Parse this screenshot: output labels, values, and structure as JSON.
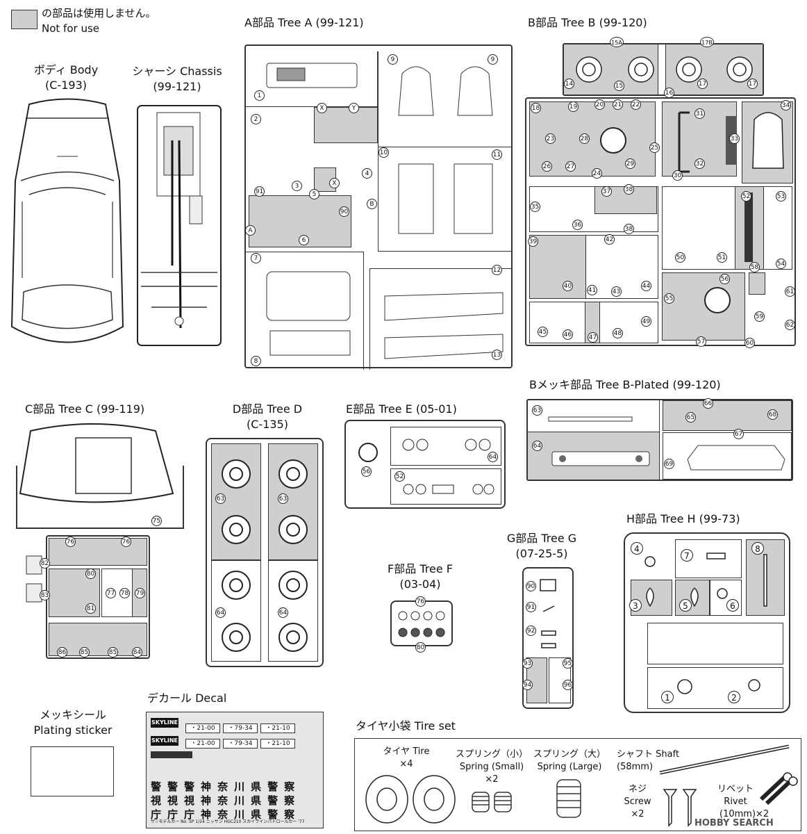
{
  "legend": {
    "swatch_color": "#cfcfcf",
    "text_jp": "の部品は使用しません。",
    "text_en": "Not for use"
  },
  "body": {
    "title_jp": "ボディ Body",
    "code": "(C-193)"
  },
  "chassis": {
    "title_jp": "シャーシ Chassis",
    "code": "(99-121)"
  },
  "treeA": {
    "title": "A部品 Tree A",
    "code": "(99-121)",
    "labels": [
      "1",
      "2",
      "3",
      "4",
      "5",
      "6",
      "7",
      "8",
      "9",
      "9",
      "10",
      "11",
      "12",
      "13",
      "91",
      "90",
      "X",
      "Y",
      "X",
      "A",
      "B"
    ]
  },
  "treeB": {
    "title": "B部品 Tree B",
    "code": "(99-120)",
    "labels": [
      "15A",
      "17B",
      "14",
      "15",
      "16",
      "17",
      "17",
      "18",
      "19",
      "20",
      "21",
      "22",
      "23",
      "24",
      "25",
      "26",
      "27",
      "28",
      "29",
      "30",
      "31",
      "32",
      "33",
      "34",
      "35",
      "36",
      "37",
      "38",
      "38",
      "39",
      "40",
      "41",
      "42",
      "43",
      "44",
      "45",
      "46",
      "47",
      "48",
      "49",
      "50",
      "51",
      "52",
      "53",
      "54",
      "55",
      "56",
      "57",
      "58",
      "59",
      "60",
      "61",
      "62"
    ]
  },
  "treeBPlated": {
    "title": "Bメッキ部品 Tree B-Plated",
    "code": "(99-120)",
    "labels": [
      "63",
      "64",
      "65",
      "66",
      "67",
      "68",
      "69"
    ]
  },
  "treeC": {
    "title": "C部品 Tree C",
    "code": "(99-119)",
    "labels": [
      "75",
      "76",
      "76",
      "80",
      "81",
      "77",
      "78",
      "79",
      "82",
      "83",
      "86",
      "85",
      "85",
      "84"
    ]
  },
  "treeD": {
    "title": "D部品 Tree D",
    "code": "(C-135)",
    "labels": [
      "63",
      "63",
      "64",
      "64"
    ]
  },
  "treeE": {
    "title": "E部品 Tree E",
    "code": "(05-01)",
    "labels": [
      "56",
      "64",
      "52"
    ]
  },
  "treeF": {
    "title": "F部品 Tree F",
    "code": "(03-04)",
    "labels": [
      "76",
      "80"
    ]
  },
  "treeG": {
    "title": "G部品 Tree G",
    "code": "(07-25-5)",
    "labels": [
      "90",
      "91",
      "92",
      "93",
      "94",
      "95",
      "96"
    ]
  },
  "treeH": {
    "title": "H部品 Tree H",
    "code": "(99-73)",
    "labels": [
      "4",
      "7",
      "8",
      "3",
      "5",
      "6",
      "1",
      "2"
    ]
  },
  "decal": {
    "title": "デカール Decal",
    "brand": "SKYLINE",
    "plates": [
      "・21-00",
      "・79-34",
      "・21-10"
    ],
    "kanji_rows": [
      [
        "警",
        "警",
        "警",
        "神",
        "奈",
        "川",
        "県",
        "警",
        "察"
      ],
      [
        "視",
        "視",
        "視",
        "神",
        "奈",
        "川",
        "県",
        "警",
        "察"
      ],
      [
        "庁",
        "庁",
        "庁",
        "神",
        "奈",
        "川",
        "県",
        "警",
        "察"
      ]
    ],
    "footer": "ザ☆モデルカー No. SP  1/24 ニッサン HGC210 スカイラインパトロールカー '77"
  },
  "sticker": {
    "title_jp": "メッキシール",
    "title_en": "Plating sticker"
  },
  "tireset": {
    "title": "タイヤ小袋 Tire set",
    "tire": "タイヤ Tire",
    "tire_qty": "×4",
    "spring_small_jp": "スプリング（小）",
    "spring_small_en": "Spring (Small)",
    "spring_small_qty": "×2",
    "spring_large_jp": "スプリング（大）",
    "spring_large_en": "Spring (Large)",
    "shaft": "シャフト Shaft",
    "shaft_len": "(58mm)",
    "screw_jp": "ネジ",
    "screw_en": "Screw",
    "screw_qty": "×2",
    "rivet_jp": "リベット",
    "rivet_en": "Rivet",
    "rivet_qty": "(10mm)×2"
  },
  "watermark": "HOBBY SEARCH"
}
